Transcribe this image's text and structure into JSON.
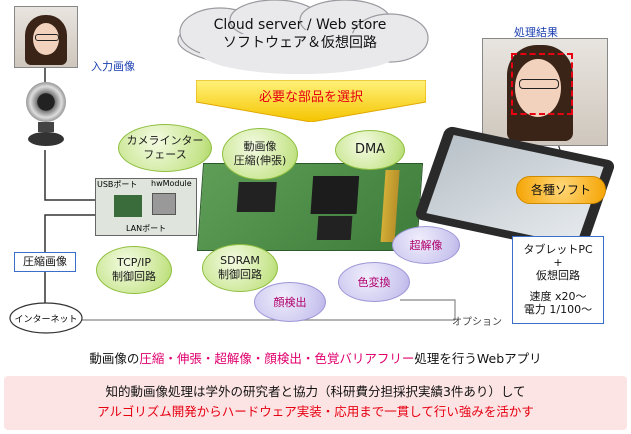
{
  "cloud": {
    "line1": "Cloud server / Web store",
    "line2": "ソフトウェア＆仮想回路"
  },
  "select_parts": "必要な部品を選択",
  "input_image_label": "入力画像",
  "result_label": "処理結果",
  "bubbles": {
    "camera_if": "カメラインター\nフェース",
    "compress": "動画像\n圧縮(伸張)",
    "dma": "DMA",
    "tcpip": "TCP/IP\n制御回路",
    "sdram": "SDRAM\n制御回路",
    "super_res": "超解像",
    "color_conv": "色変換",
    "face_detect": "顔検出"
  },
  "board_labels": {
    "usb": "USBポート",
    "hw": "hwModule",
    "lan": "LANポート"
  },
  "compressed_image": "圧縮画像",
  "internet": "インターネット",
  "option": "オプション",
  "software": "各種ソフト",
  "tablet_box": {
    "line1": "タブレットPC",
    "line2": "+",
    "line3": "仮想回路",
    "line4": "速度 x20〜",
    "line5": "電力 1/100〜"
  },
  "webapp_line": {
    "prefix": "動画像の",
    "pink1": "圧縮・伸張・超解像・顔検出・色覚バリアフリー",
    "suffix": "処理を行うWebアプリ"
  },
  "bottom_banner": {
    "line1": "知的動画像処理は学外の研究者と協力（科研費分担採択実績3件あり）して",
    "line2": "アルゴリズム開発からハードウェア実装・応用まで一貫して行い強みを活かす"
  },
  "colors": {
    "banner_bg": "#fde4e4",
    "accent_red": "#e60012",
    "accent_pink": "#e0006e",
    "blue": "#1a3fb0"
  }
}
